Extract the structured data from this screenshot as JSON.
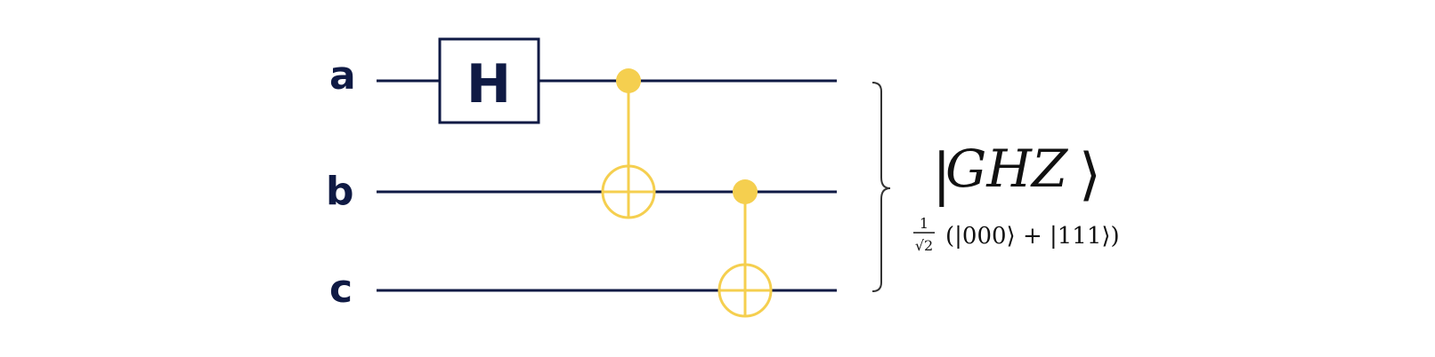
{
  "qubits": [
    {
      "label": "a"
    },
    {
      "label": "b"
    },
    {
      "label": "c"
    }
  ],
  "gates": {
    "hadamard": {
      "label": "H",
      "qubit": "a"
    },
    "cnot_1": {
      "control": "a",
      "target": "b"
    },
    "cnot_2": {
      "control": "b",
      "target": "c"
    }
  },
  "state": {
    "ket_left": "|",
    "ket_name": "GHZ",
    "ket_right": "⟩",
    "frac_num": "1",
    "frac_den": "√2",
    "expansion": "(|000⟩ + |111⟩)"
  },
  "colors": {
    "wire": "#0f1a44",
    "control": "#f5cf4f",
    "target": "#f5cf4f",
    "text": "#0f1a44",
    "brace": "#333333"
  }
}
